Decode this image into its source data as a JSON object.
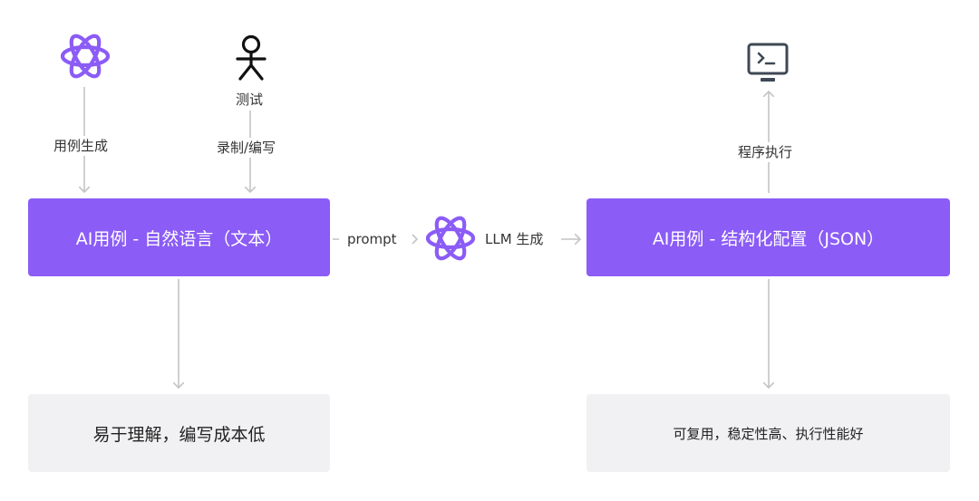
{
  "left_flow": {
    "label_generate": "用例生成",
    "person_label": "测试",
    "label_record": "录制/编写",
    "main_box": "AI用例 - 自然语言（文本）",
    "result_box": "易于理解，编写成本低"
  },
  "middle": {
    "prompt_label": "prompt",
    "llm_label": "LLM 生成"
  },
  "right_flow": {
    "label_exec": "程序执行",
    "main_box": "AI用例 - 结构化配置（JSON）",
    "result_box": "可复用，稳定性高、执行性能好"
  },
  "colors": {
    "accent": "#8b5cf6",
    "result_bg": "#f1f1f3",
    "connector": "#c4c4c4",
    "icon_dark": "#3f4854"
  },
  "icons": {
    "ai_top": "atom-icon",
    "person": "person-icon",
    "ai_middle": "atom-icon",
    "terminal": "terminal-icon"
  }
}
